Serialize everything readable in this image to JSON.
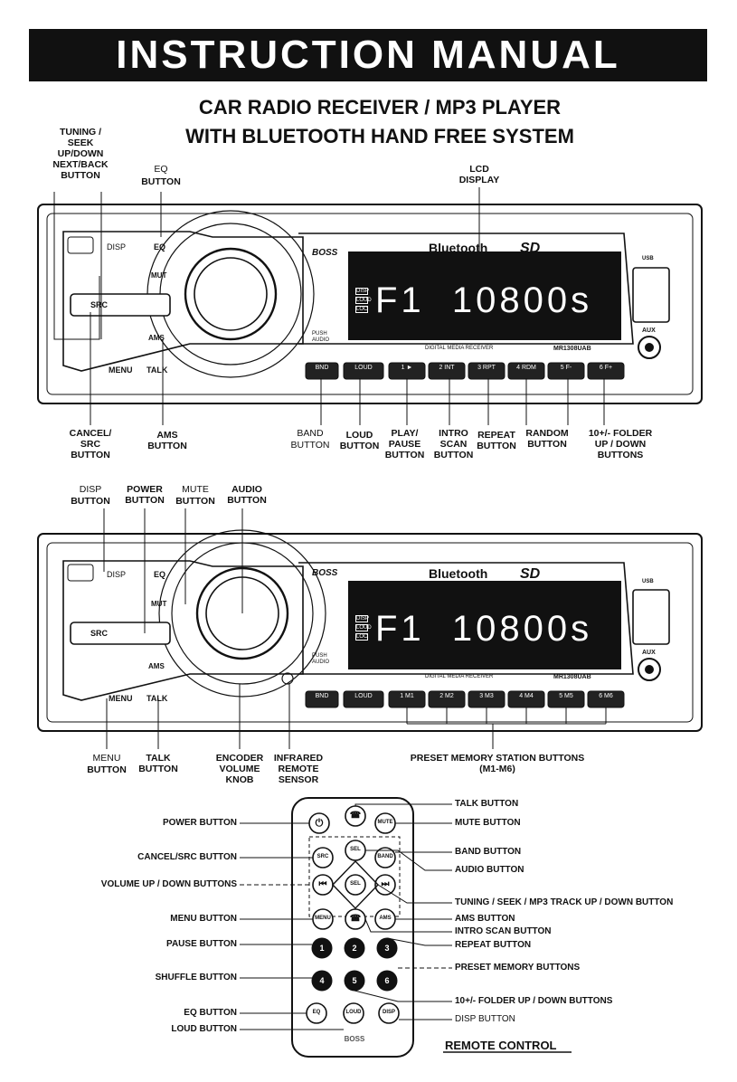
{
  "header": {
    "title": "INSTRUCTION  MANUAL",
    "subtitle_line1": "CAR RADIO RECEIVER / MP3 PLAYER",
    "subtitle_line2": "WITH BLUETOOTH HAND FREE SYSTEM"
  },
  "unit": {
    "brand": "BOSS",
    "bluetooth": "Bluetooth",
    "sd": "SD",
    "model": "MR1308UAB",
    "subtitle": "DIGITAL MEDIA RECEIVER",
    "lcd_freq": "F1  10800s",
    "lcd_tags": [
      "DISP",
      "LOUD",
      "LOC"
    ],
    "aux": "AUX",
    "usb": "USB",
    "push_audio": "PUSH AUDIO",
    "disp": "DISP",
    "eq": "EQ",
    "mut": "MUT",
    "ams": "AMS",
    "src": "SRC",
    "menu": "MENU",
    "talk": "TALK",
    "buttons1": [
      "BND",
      "LOUD",
      "1 ►",
      "2 INT",
      "3 RPT",
      "4 RDM",
      "5 F-",
      "6 F+"
    ],
    "buttons2": [
      "BND",
      "LOUD",
      "1 M1",
      "2 M2",
      "3 M3",
      "4 M4",
      "5 M5",
      "6 M6"
    ]
  },
  "labels_top": {
    "tuning": "TUNING /\nSEEK\nUP/DOWN\nNEXT/BACK\nBUTTON",
    "eq": "EQ",
    "eq_btn": "BUTTON",
    "lcd": "LCD\nDISPLAY",
    "cancel": "CANCEL/\nSRC\nBUTTON",
    "ams": "AMS\nBUTTON",
    "band": "BAND",
    "band_btn": "BUTTON",
    "loud": "LOUD\nBUTTON",
    "play": "PLAY/\nPAUSE\nBUTTON",
    "intro": "INTRO\nSCAN\nBUTTON",
    "repeat": "REPEAT\nBUTTON",
    "random": "RANDOM\nBUTTON",
    "folder": "10+/- FOLDER\nUP / DOWN\nBUTTONS"
  },
  "labels_mid": {
    "disp": "DISP",
    "disp_btn": "BUTTON",
    "power": "POWER\nBUTTON",
    "mute": "MUTE",
    "mute_btn": "BUTTON",
    "audio": "AUDIO\nBUTTON",
    "menu": "MENU",
    "menu_btn": "BUTTON",
    "talk": "TALK\nBUTTON",
    "encoder": "ENCODER\nVOLUME\nKNOB",
    "infrared": "INFRARED\nREMOTE\nSENSOR",
    "preset": "PRESET MEMORY STATION BUTTONS\n(M1-M6)"
  },
  "remote": {
    "left": [
      "POWER  BUTTON",
      "CANCEL/SRC BUTTON",
      "VOLUME UP / DOWN BUTTONS",
      "MENU BUTTON",
      "PAUSE BUTTON",
      "SHUFFLE BUTTON",
      "EQ BUTTON",
      "LOUD BUTTON"
    ],
    "right": [
      "TALK BUTTON",
      "MUTE BUTTON",
      "BAND BUTTON",
      "AUDIO BUTTON",
      "TUNING / SEEK / MP3 TRACK UP / DOWN BUTTON",
      "AMS BUTTON",
      "INTRO SCAN BUTTON",
      "REPEAT BUTTON",
      "PRESET MEMORY BUTTONS",
      "10+/- FOLDER UP / DOWN BUTTONS",
      "DISP  BUTTON"
    ],
    "caption": "REMOTE CONTROL",
    "keys": {
      "mute": "MUTE",
      "src": "SRC",
      "band": "BAND",
      "sel": "SEL",
      "menu": "MENU",
      "ams": "AMS",
      "eq": "EQ",
      "loud": "LOUD",
      "disp": "DISP",
      "k1": "1",
      "k2": "2",
      "k3": "3",
      "k4": "4",
      "k5": "5",
      "k6": "6"
    },
    "brand": "BOSS"
  }
}
